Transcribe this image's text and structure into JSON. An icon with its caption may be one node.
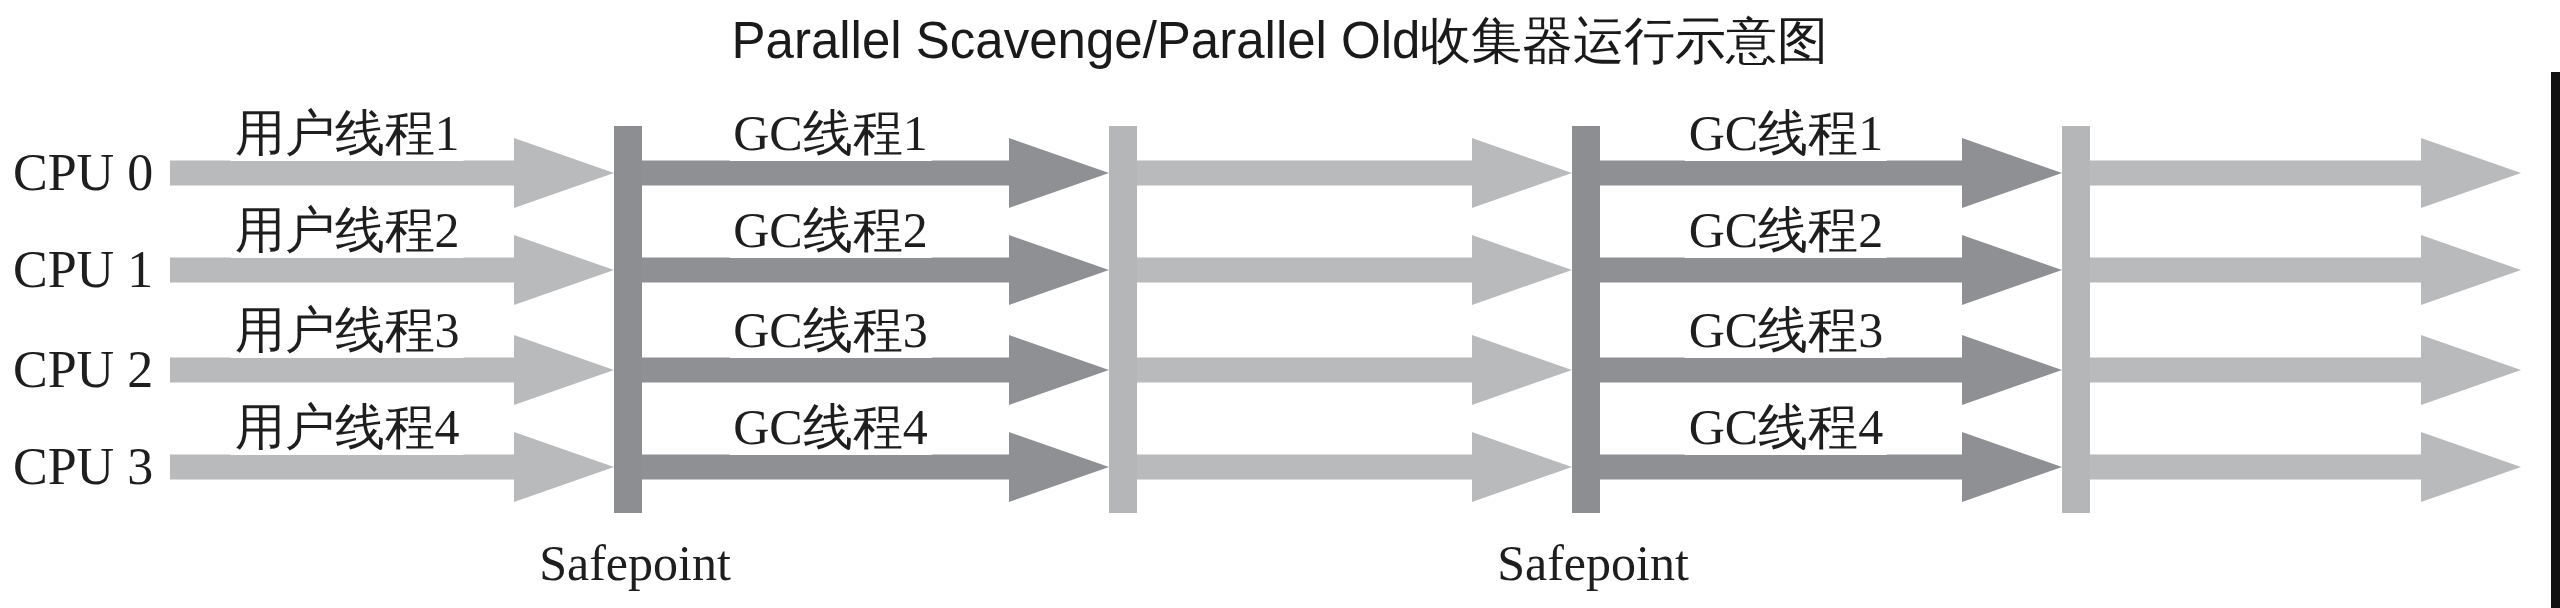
{
  "diagram": {
    "title": "Parallel Scavenge/Parallel Old收集器运行示意图",
    "nodes": [
      {
        "text": [
          "CPU 0"
        ]
      },
      {
        "text": [
          "CPU 1"
        ]
      },
      {
        "text": [
          "CPU 2"
        ]
      },
      {
        "text": [
          "CPU 3"
        ]
      },
      {
        "text": [],
        "shape": "bar",
        "beside": [
          "Safepoint"
        ]
      },
      {
        "text": [],
        "shape": "bar"
      },
      {
        "text": [],
        "shape": "bar",
        "beside": [
          "Safepoint"
        ]
      },
      {
        "text": [],
        "shape": "bar"
      }
    ],
    "edges": [
      {
        "from": 0,
        "to": 4,
        "arrow": "to",
        "label": "用户线程1"
      },
      {
        "from": 1,
        "to": 4,
        "arrow": "to",
        "label": "用户线程2"
      },
      {
        "from": 2,
        "to": 4,
        "arrow": "to",
        "label": "用户线程3"
      },
      {
        "from": 3,
        "to": 4,
        "arrow": "to",
        "label": "用户线程4"
      },
      {
        "from": 4,
        "to": 5,
        "arrow": "to",
        "label": "GC线程1",
        "color": "#8f9094"
      },
      {
        "from": 4,
        "to": 5,
        "arrow": "to",
        "label": "GC线程2",
        "color": "#8f9094"
      },
      {
        "from": 4,
        "to": 5,
        "arrow": "to",
        "label": "GC线程3",
        "color": "#8f9094"
      },
      {
        "from": 4,
        "to": 5,
        "arrow": "to",
        "label": "GC线程4",
        "color": "#8f9094"
      },
      {
        "from": 5,
        "to": 6,
        "arrow": "to"
      },
      {
        "from": 5,
        "to": 6,
        "arrow": "to"
      },
      {
        "from": 5,
        "to": 6,
        "arrow": "to"
      },
      {
        "from": 5,
        "to": 6,
        "arrow": "to"
      },
      {
        "from": 6,
        "to": 7,
        "arrow": "to",
        "label": "GC线程1",
        "color": "#8f9094"
      },
      {
        "from": 6,
        "to": 7,
        "arrow": "to",
        "label": "GC线程2",
        "color": "#8f9094"
      },
      {
        "from": 6,
        "to": 7,
        "arrow": "to",
        "label": "GC线程3",
        "color": "#8f9094"
      },
      {
        "from": 6,
        "to": 7,
        "arrow": "to",
        "label": "GC线程4",
        "color": "#8f9094"
      },
      {
        "from": 7,
        "to": null,
        "arrow": "to"
      },
      {
        "from": 7,
        "to": null,
        "arrow": "to"
      },
      {
        "from": 7,
        "to": null,
        "arrow": "to"
      },
      {
        "from": 7,
        "to": null,
        "arrow": "to"
      }
    ]
  }
}
